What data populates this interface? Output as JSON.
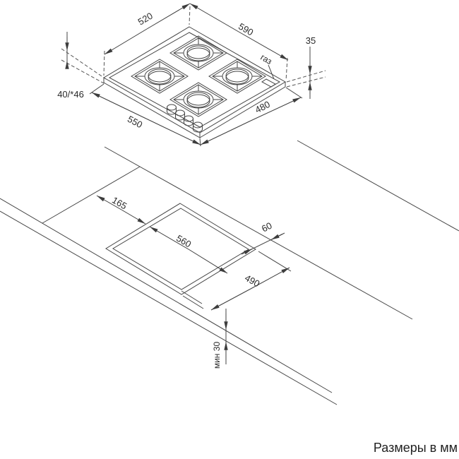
{
  "colors": {
    "line": "#454545",
    "text": "#2a2a2a",
    "background": "#ffffff"
  },
  "hob_view": {
    "description": "isometric-gas-hob-4-burners",
    "dim_back_width": "520",
    "dim_right_depth": "590",
    "dim_height_above_worktop": "35",
    "gas_label": "газ",
    "dim_body_height": "40/*46",
    "dim_front_width": "550",
    "dim_front_depth": "480"
  },
  "worktop_view": {
    "description": "worktop-cutout-isometric",
    "dim_side_offset": "165",
    "dim_cutout_length": "560",
    "dim_back_gap": "60",
    "dim_cutout_depth": "490",
    "dim_min_front_web": "мин 30"
  },
  "caption": {
    "units_note": "Размеры в мм"
  }
}
